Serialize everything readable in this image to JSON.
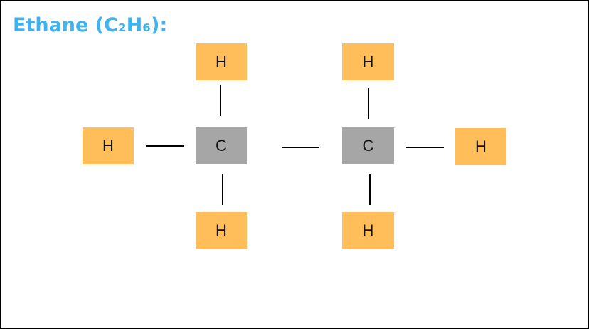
{
  "title": "Ethane (C₂H₆):",
  "colors": {
    "title": "#3fb3f0",
    "carbon_fill": "#a6a6a6",
    "hydrogen_fill": "#ffbe59",
    "bond": "#000000"
  },
  "atoms": {
    "carbon_left": "C",
    "carbon_right": "C",
    "h_left_top": "H",
    "h_left_side": "H",
    "h_left_bottom": "H",
    "h_right_top": "H",
    "h_right_side": "H",
    "h_right_bottom": "H"
  }
}
